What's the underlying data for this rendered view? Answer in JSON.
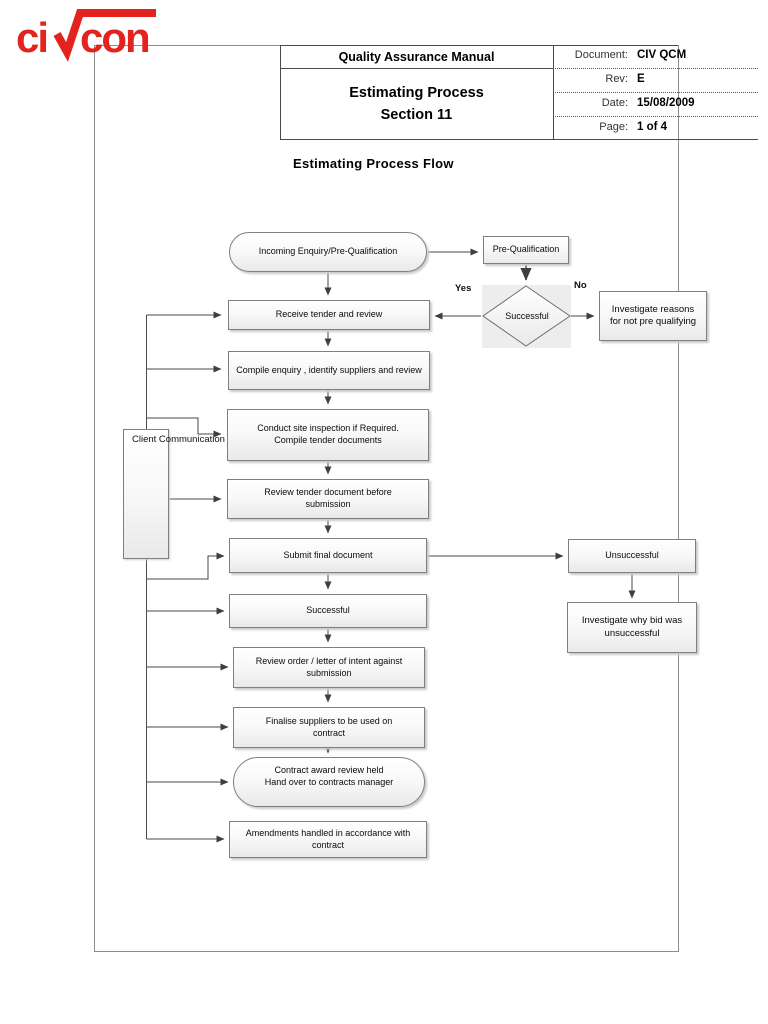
{
  "logo": {
    "ci": "ci",
    "con": "con"
  },
  "header": {
    "manual_title": "Quality Assurance Manual",
    "process_line1": "Estimating Process",
    "process_line2": "Section 11",
    "fields": [
      {
        "label": "Document:",
        "value": "CIV QCM"
      },
      {
        "label": "Rev:",
        "value": "E"
      },
      {
        "label": "Date:",
        "value": "15/08/2009"
      },
      {
        "label": "Page:",
        "value": "1 of 4"
      }
    ]
  },
  "diagram": {
    "title": "Estimating Process Flow",
    "yes_label": "Yes",
    "no_label": "No",
    "nodes": {
      "incoming_enquiry": {
        "label": "Incoming  Enquiry/Pre-Qualification"
      },
      "pre_qualification": {
        "label": "Pre-Qualification"
      },
      "successful_decision": {
        "label": "Successful"
      },
      "investigate_pre_qualifying": {
        "label": "Investigate reasons for not pre qualifying"
      },
      "receive_tender": {
        "label": "Receive tender and review"
      },
      "compile_enquiry": {
        "label": "Compile enquiry , identify suppliers and review"
      },
      "conduct_site_inspection": {
        "label": "Conduct site inspection if Required.  Compile tender documents"
      },
      "review_tender_document": {
        "label": "Review tender document before submission"
      },
      "submit_final_document": {
        "label": "Submit final document"
      },
      "successful": {
        "label": "Successful"
      },
      "review_order": {
        "label": "Review order / letter of intent against submission"
      },
      "finalise_suppliers": {
        "label": "Finalise suppliers to be used on contract"
      },
      "contract_award": {
        "line1": "Contract award review held",
        "line2": "Hand over to contracts manager"
      },
      "amendments": {
        "label": "Amendments handled in accordance with contract"
      },
      "unsuccessful": {
        "label": "Unsuccessful"
      },
      "investigate_bid": {
        "label": "Investigate why bid was unsuccessful"
      },
      "client_communication": {
        "label": "Client Communication"
      }
    }
  },
  "colors": {
    "brand_red": "#e3231d",
    "box_border": "#7f7f7f",
    "connector": "#4a4a4a"
  }
}
